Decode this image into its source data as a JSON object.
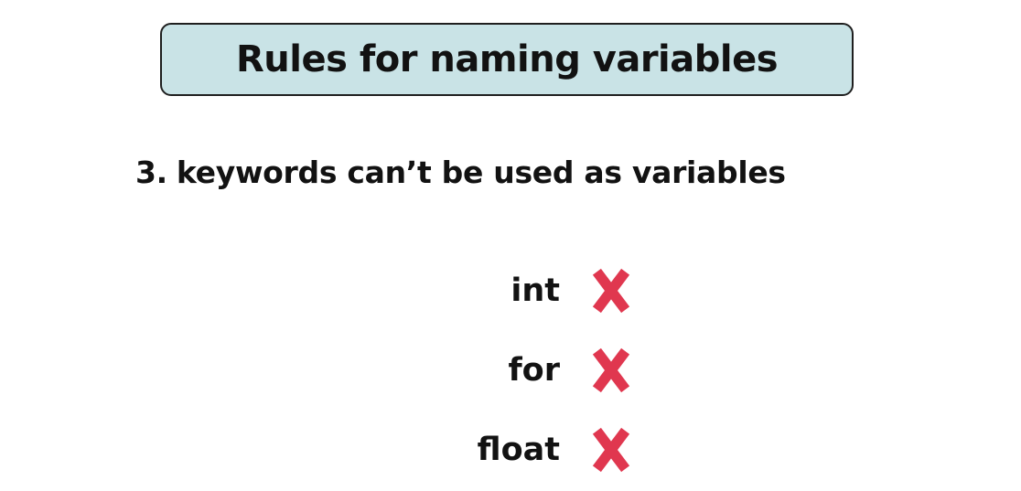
{
  "title": "Rules for naming variables",
  "rule": {
    "number": "3.",
    "text": "keywords can’t be used as variables"
  },
  "keywords": [
    {
      "word": "int",
      "mark": "cross-icon"
    },
    {
      "word": "for",
      "mark": "cross-icon"
    },
    {
      "word": "float",
      "mark": "cross-icon"
    }
  ],
  "colors": {
    "title_background": "#c9e3e6",
    "cross": "#e0374f",
    "text": "#121212"
  }
}
